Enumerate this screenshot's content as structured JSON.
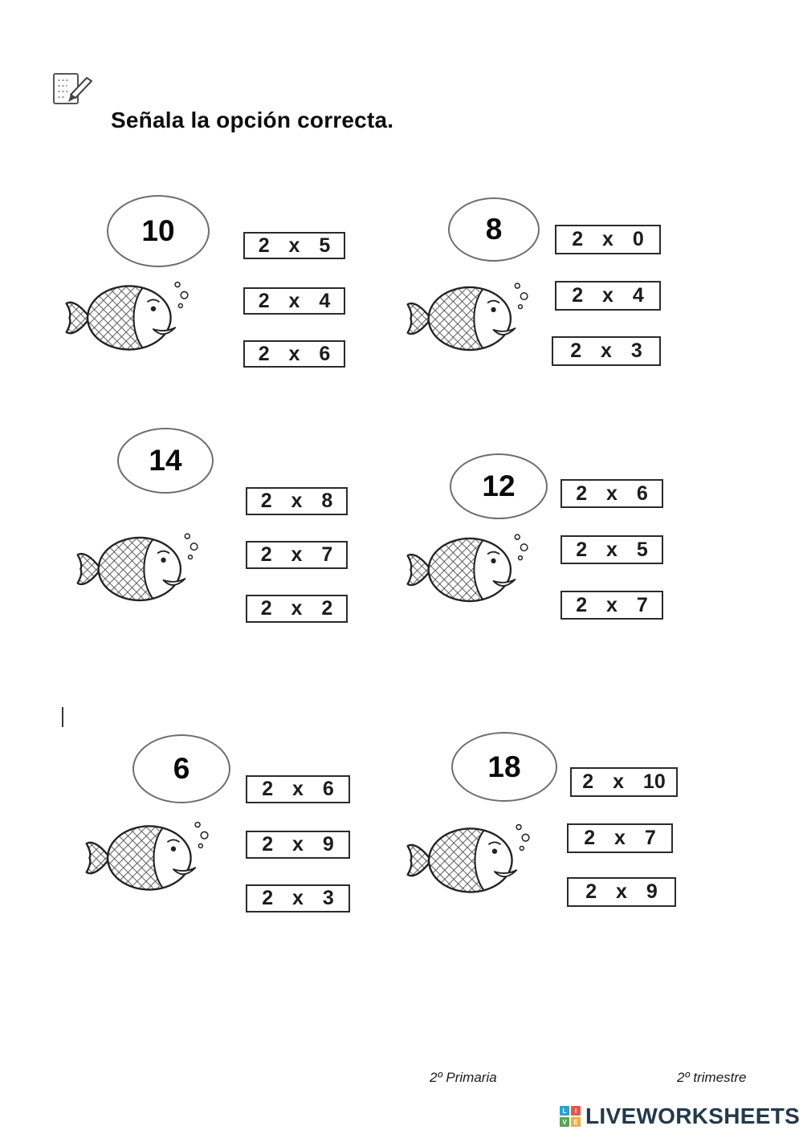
{
  "header": {
    "title": "Señala la opción correcta."
  },
  "problems": [
    {
      "target": "10",
      "options": [
        "2 x 5",
        "2 x 4",
        "2 x 6"
      ]
    },
    {
      "target": "8",
      "options": [
        "2 x 0",
        "2 x 4",
        "2 x 3"
      ]
    },
    {
      "target": "14",
      "options": [
        "2 x 8",
        "2 x 7",
        "2 x 2"
      ]
    },
    {
      "target": "12",
      "options": [
        "2 x 6",
        "2 x 5",
        "2 x 7"
      ]
    },
    {
      "target": "6",
      "options": [
        "2 x 6",
        "2 x 9",
        "2 x 3"
      ]
    },
    {
      "target": "18",
      "options": [
        "2 x 10",
        "2 x 7",
        "2 x 9"
      ]
    }
  ],
  "footer": {
    "grade": "2º Primaria",
    "term": "2º trimestre"
  },
  "logo": {
    "text": "LIVEWORKSHEETS",
    "text_color": "#223a4a",
    "cells": [
      {
        "letter": "L",
        "color": "#2d9fd8"
      },
      {
        "letter": "I",
        "color": "#e8554d"
      },
      {
        "letter": "V",
        "color": "#54a754"
      },
      {
        "letter": "E",
        "color": "#f0ad3e"
      }
    ]
  }
}
